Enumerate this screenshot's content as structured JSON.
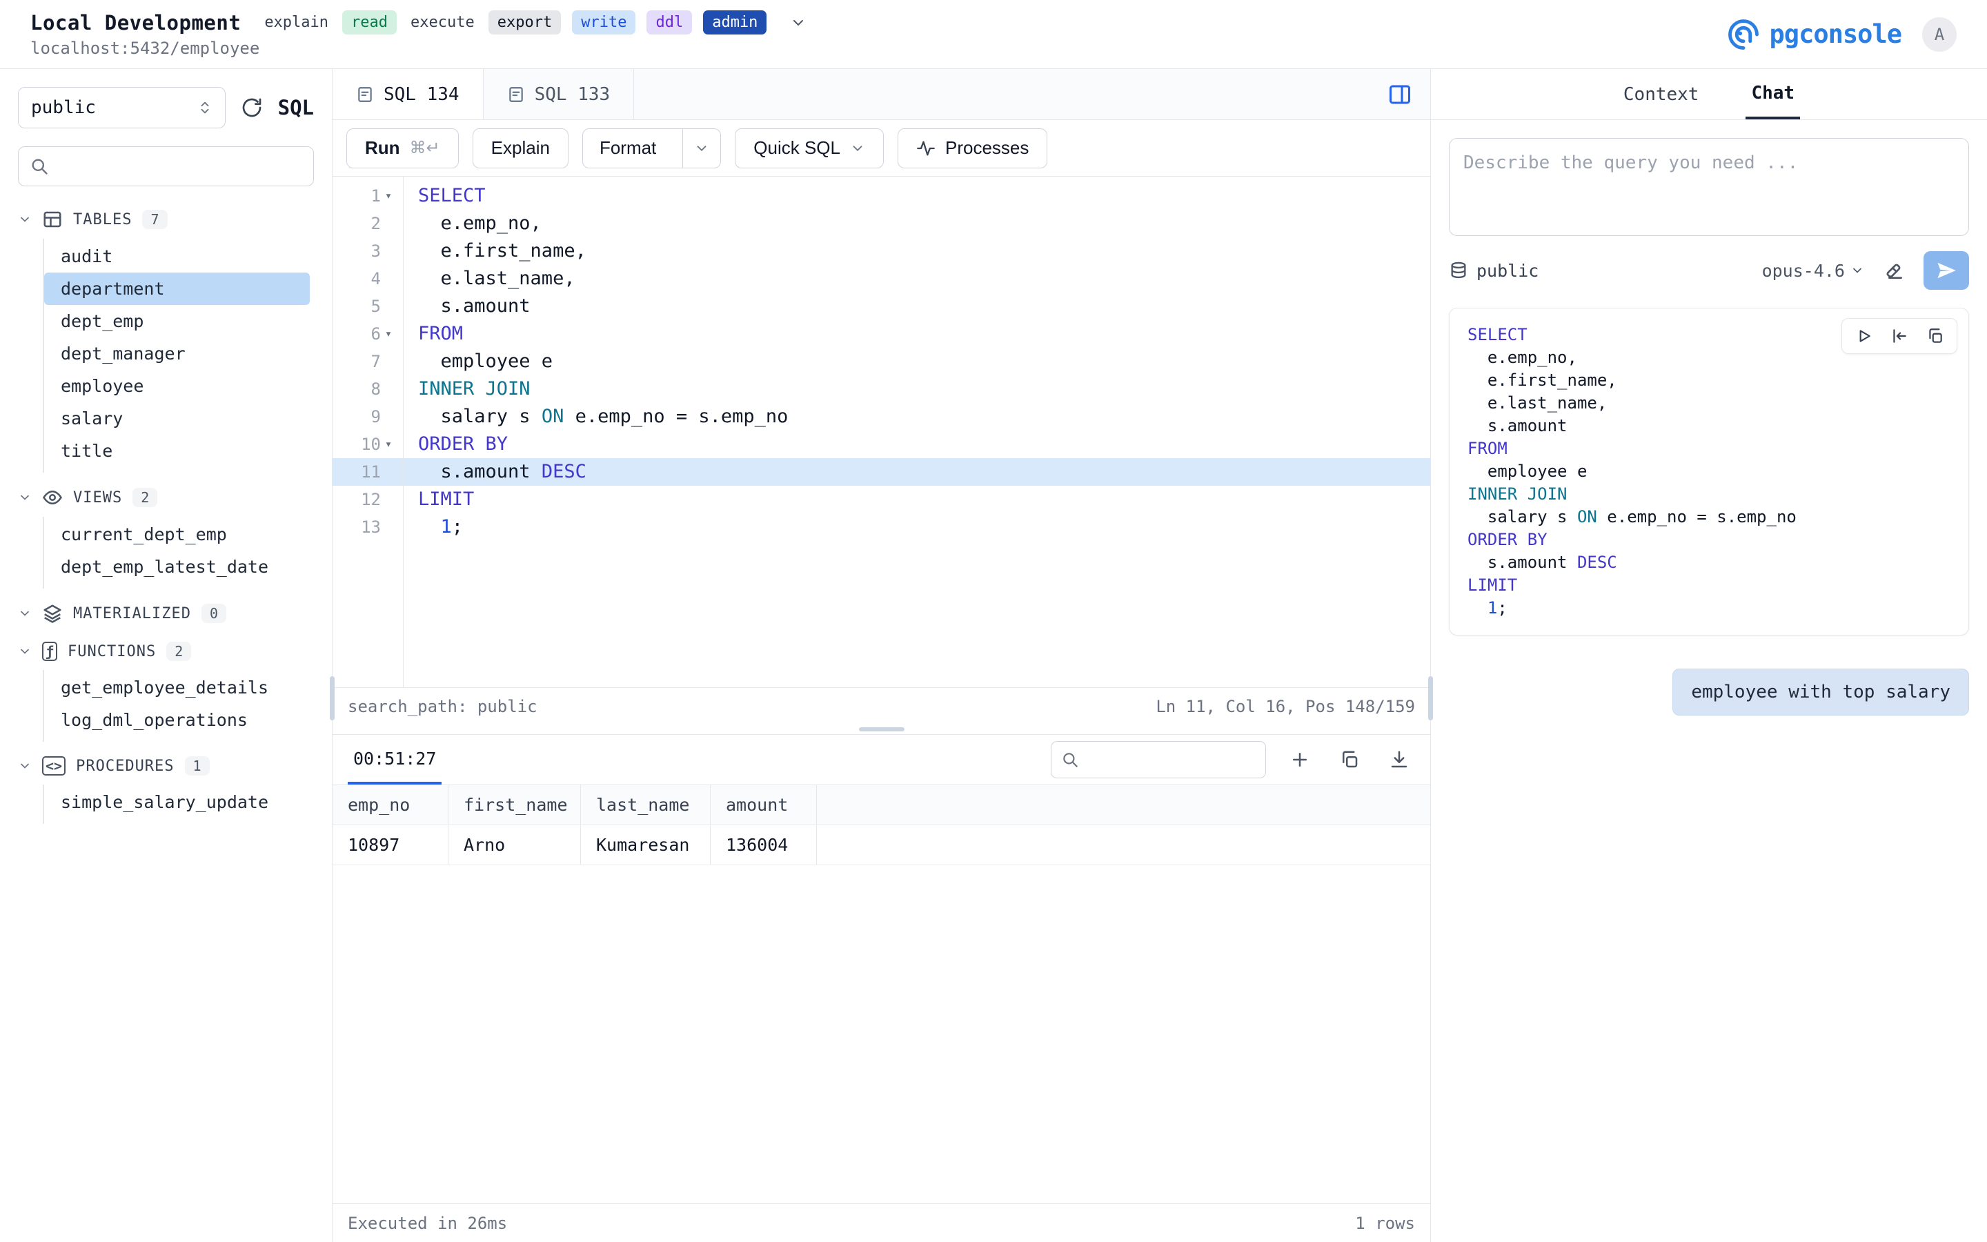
{
  "colors": {
    "accent": "#2563eb",
    "accent_dark": "#1f4db0",
    "brand": "#2b7fe3",
    "selection": "#bcd9f7",
    "active_line": "#d8e9fb",
    "keyword": "#4338ca",
    "join_keyword": "#0e7490",
    "number": "#1d4ed8",
    "chat_bubble": "#d6e4f5"
  },
  "topbar": {
    "title": "Local Development",
    "subtitle": "localhost:5432/employee",
    "tags": [
      {
        "label": "explain",
        "style": "plain"
      },
      {
        "label": "read",
        "style": "green"
      },
      {
        "label": "execute",
        "style": "plain"
      },
      {
        "label": "export",
        "style": "gray"
      },
      {
        "label": "write",
        "style": "blue"
      },
      {
        "label": "ddl",
        "style": "purple"
      },
      {
        "label": "admin",
        "style": "solid"
      }
    ],
    "brand": "pgconsole",
    "avatar": "A"
  },
  "sidebar": {
    "schema": "public",
    "sql_label": "SQL",
    "search_value": "",
    "sections": [
      {
        "label": "TABLES",
        "count": "7",
        "icon": "table-grid-icon",
        "items": [
          {
            "label": "audit"
          },
          {
            "label": "department",
            "selected": true
          },
          {
            "label": "dept_emp"
          },
          {
            "label": "dept_manager"
          },
          {
            "label": "employee"
          },
          {
            "label": "salary"
          },
          {
            "label": "title"
          }
        ]
      },
      {
        "label": "VIEWS",
        "count": "2",
        "icon": "eye-icon",
        "items": [
          {
            "label": "current_dept_emp"
          },
          {
            "label": "dept_emp_latest_date"
          }
        ]
      },
      {
        "label": "MATERIALIZED",
        "count": "0",
        "icon": "layers-icon",
        "items": []
      },
      {
        "label": "FUNCTIONS",
        "count": "2",
        "icon": "function-icon",
        "items": [
          {
            "label": "get_employee_details"
          },
          {
            "label": "log_dml_operations"
          }
        ]
      },
      {
        "label": "PROCEDURES",
        "count": "1",
        "icon": "procedures-icon",
        "items": [
          {
            "label": "simple_salary_update"
          }
        ]
      }
    ]
  },
  "editor": {
    "tabs": [
      {
        "label": "SQL 134",
        "active": true
      },
      {
        "label": "SQL 133",
        "active": false
      }
    ],
    "toolbar": {
      "run": "Run",
      "run_shortcut": "⌘↵",
      "explain": "Explain",
      "format": "Format",
      "quick_sql": "Quick SQL",
      "processes": "Processes"
    },
    "lines": [
      {
        "n": "1",
        "fold": true,
        "tokens": [
          [
            "kw",
            "SELECT"
          ]
        ]
      },
      {
        "n": "2",
        "tokens": [
          [
            "pl",
            "  e.emp_no,"
          ]
        ]
      },
      {
        "n": "3",
        "tokens": [
          [
            "pl",
            "  e.first_name,"
          ]
        ]
      },
      {
        "n": "4",
        "tokens": [
          [
            "pl",
            "  e.last_name,"
          ]
        ]
      },
      {
        "n": "5",
        "tokens": [
          [
            "pl",
            "  s.amount"
          ]
        ]
      },
      {
        "n": "6",
        "fold": true,
        "tokens": [
          [
            "kw",
            "FROM"
          ]
        ]
      },
      {
        "n": "7",
        "tokens": [
          [
            "pl",
            "  employee e"
          ]
        ]
      },
      {
        "n": "8",
        "tokens": [
          [
            "join",
            "INNER JOIN"
          ]
        ]
      },
      {
        "n": "9",
        "tokens": [
          [
            "pl",
            "  salary s "
          ],
          [
            "join",
            "ON"
          ],
          [
            "pl",
            " e.emp_no = s.emp_no"
          ]
        ]
      },
      {
        "n": "10",
        "fold": true,
        "tokens": [
          [
            "kw",
            "ORDER BY"
          ]
        ]
      },
      {
        "n": "11",
        "active": true,
        "tokens": [
          [
            "pl",
            "  s.amount "
          ],
          [
            "kw",
            "DESC"
          ]
        ]
      },
      {
        "n": "12",
        "tokens": [
          [
            "kw",
            "LIMIT"
          ]
        ]
      },
      {
        "n": "13",
        "tokens": [
          [
            "pl",
            "  "
          ],
          [
            "num",
            "1"
          ],
          [
            "pl",
            ";"
          ]
        ]
      }
    ],
    "status_left": "search_path: public",
    "status_right": "Ln 11, Col 16, Pos 148/159"
  },
  "results": {
    "tab": "00:51:27",
    "search_value": "",
    "columns": [
      "emp_no",
      "first_name",
      "last_name",
      "amount"
    ],
    "rows": [
      [
        "10897",
        "Arno",
        "Kumaresan",
        "136004"
      ]
    ],
    "footer_left": "Executed in 26ms",
    "footer_right": "1 rows"
  },
  "assistant": {
    "tabs": [
      "Context",
      "Chat"
    ],
    "active_tab": "Chat",
    "placeholder": "Describe the query you need ...",
    "database": "public",
    "model": "opus-4.6",
    "code_lines": [
      [
        [
          "kw",
          "SELECT"
        ]
      ],
      [
        [
          "pl",
          "  e.emp_no,"
        ]
      ],
      [
        [
          "pl",
          "  e.first_name,"
        ]
      ],
      [
        [
          "pl",
          "  e.last_name,"
        ]
      ],
      [
        [
          "pl",
          "  s.amount"
        ]
      ],
      [
        [
          "kw",
          "FROM"
        ]
      ],
      [
        [
          "pl",
          "  employee e"
        ]
      ],
      [
        [
          "join",
          "INNER JOIN"
        ]
      ],
      [
        [
          "pl",
          "  salary s "
        ],
        [
          "join",
          "ON"
        ],
        [
          "pl",
          " e.emp_no = s.emp_no"
        ]
      ],
      [
        [
          "kw",
          "ORDER BY"
        ]
      ],
      [
        [
          "pl",
          "  s.amount "
        ],
        [
          "kw",
          "DESC"
        ]
      ],
      [
        [
          "kw",
          "LIMIT"
        ]
      ],
      [
        [
          "pl",
          "  "
        ],
        [
          "num",
          "1"
        ],
        [
          "pl",
          ";"
        ]
      ]
    ],
    "user_message": "employee with top salary"
  }
}
